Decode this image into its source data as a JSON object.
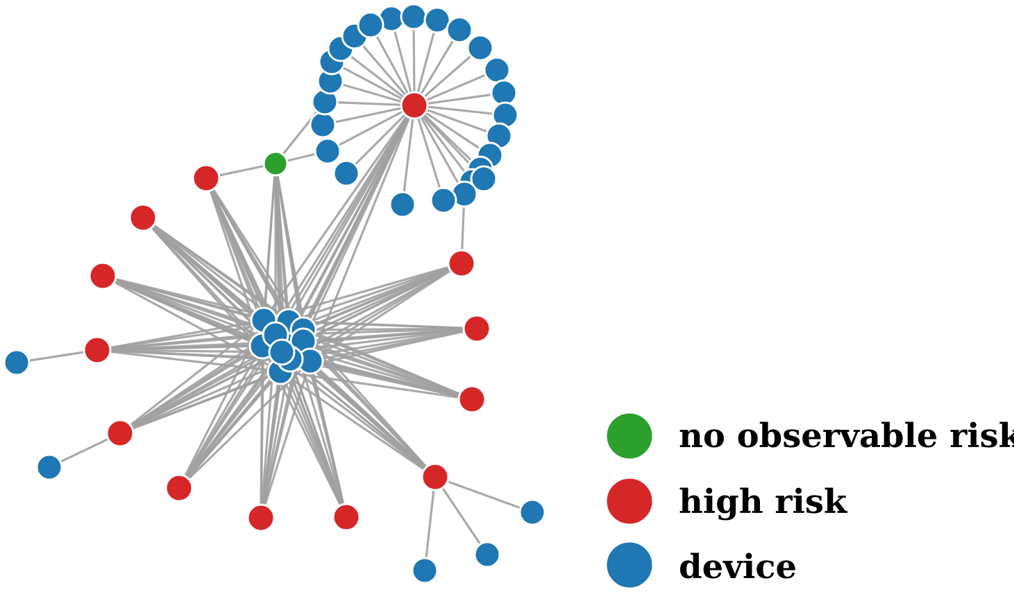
{
  "legend": {
    "no_risk_label": "no observable risk",
    "high_risk_label": "high risk",
    "device_label": "device"
  },
  "colors": {
    "no_risk": "#2ca02c",
    "high_risk": "#d62728",
    "device": "#1f77b4",
    "edge": "#a0a0a0",
    "node_stroke": "#ffffff"
  }
}
